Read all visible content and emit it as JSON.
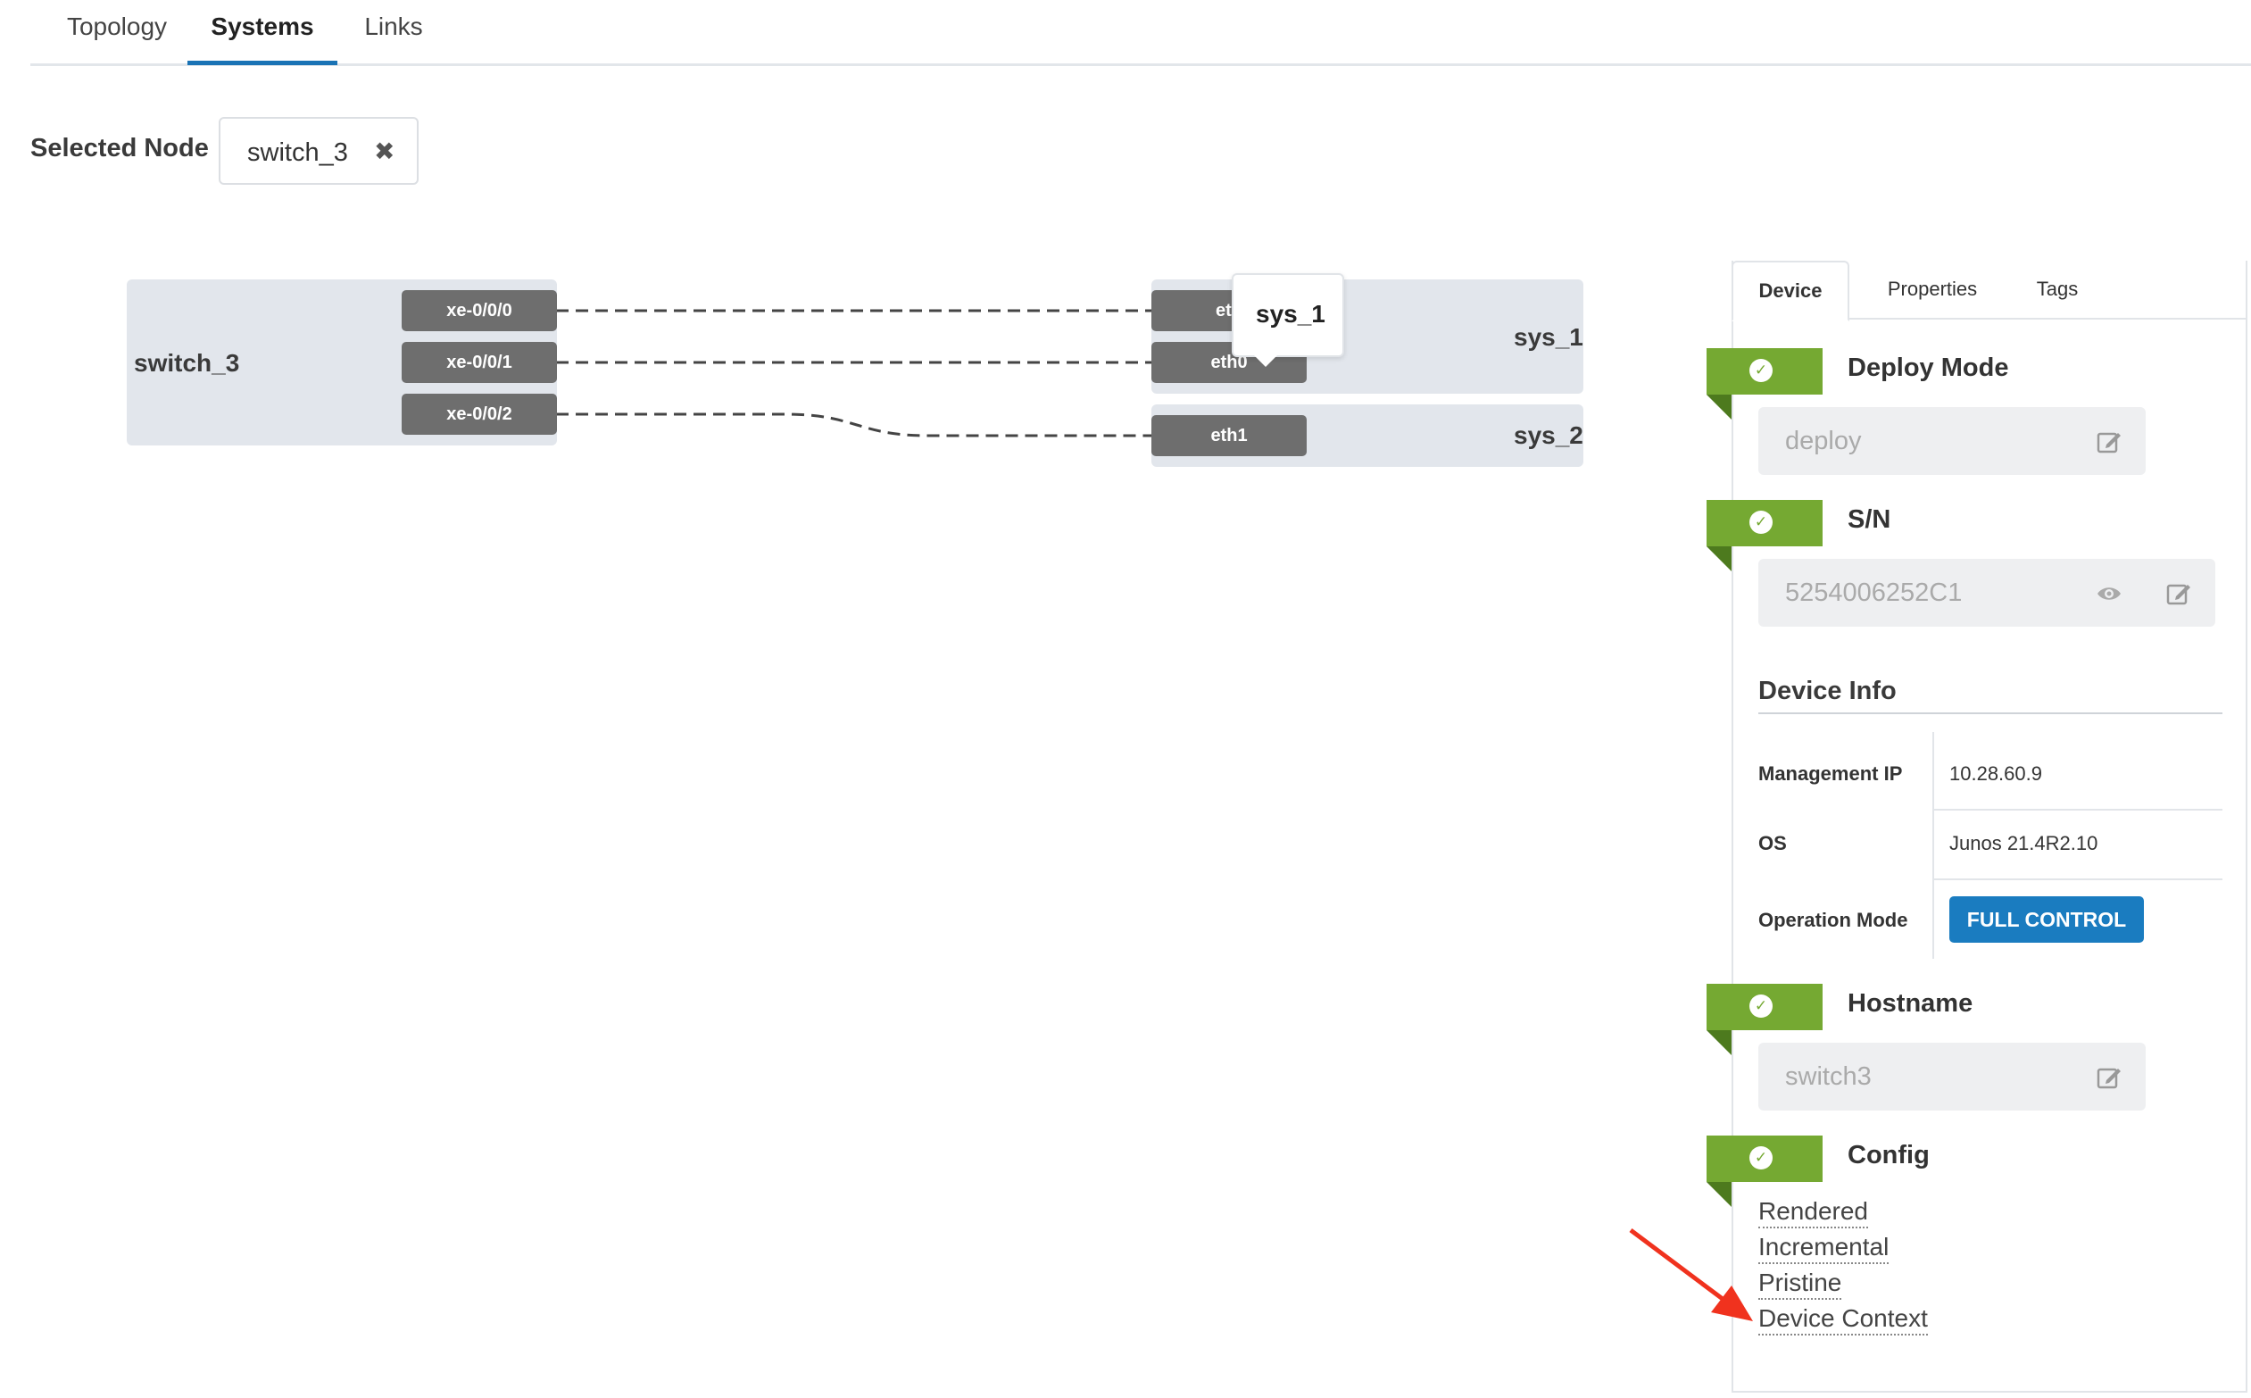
{
  "tabs": [
    "Topology",
    "Systems",
    "Links"
  ],
  "selected_node": {
    "label": "Selected Node",
    "value": "switch_3",
    "clear_icon": "✖"
  },
  "diagram": {
    "source_node": "switch_3",
    "source_ports": [
      "xe-0/0/0",
      "xe-0/0/1",
      "xe-0/0/2"
    ],
    "targets": [
      {
        "name": "sys_1",
        "ports": [
          "eth",
          "eth0"
        ]
      },
      {
        "name": "sys_2",
        "ports": [
          "eth1"
        ]
      }
    ],
    "tooltip": "sys_1"
  },
  "panel": {
    "tabs": [
      "Device",
      "Properties",
      "Tags"
    ],
    "deploy_mode": {
      "title": "Deploy Mode",
      "value": "deploy"
    },
    "sn": {
      "title": "S/N",
      "value": "5254006252C1"
    },
    "device_info": {
      "title": "Device Info",
      "rows": [
        {
          "key": "Management IP",
          "value": "10.28.60.9"
        },
        {
          "key": "OS",
          "value": "Junos 21.4R2.10"
        },
        {
          "key": "Operation Mode",
          "value": "FULL CONTROL"
        }
      ]
    },
    "hostname": {
      "title": "Hostname",
      "value": "switch3"
    },
    "config": {
      "title": "Config",
      "links": [
        "Rendered",
        "Incremental",
        "Pristine",
        "Device Context"
      ]
    }
  },
  "colors": {
    "accent_blue": "#1a7cc0",
    "status_green": "#75a932",
    "port_gray": "#6e6e6e",
    "annotation_red": "#f0321e"
  }
}
